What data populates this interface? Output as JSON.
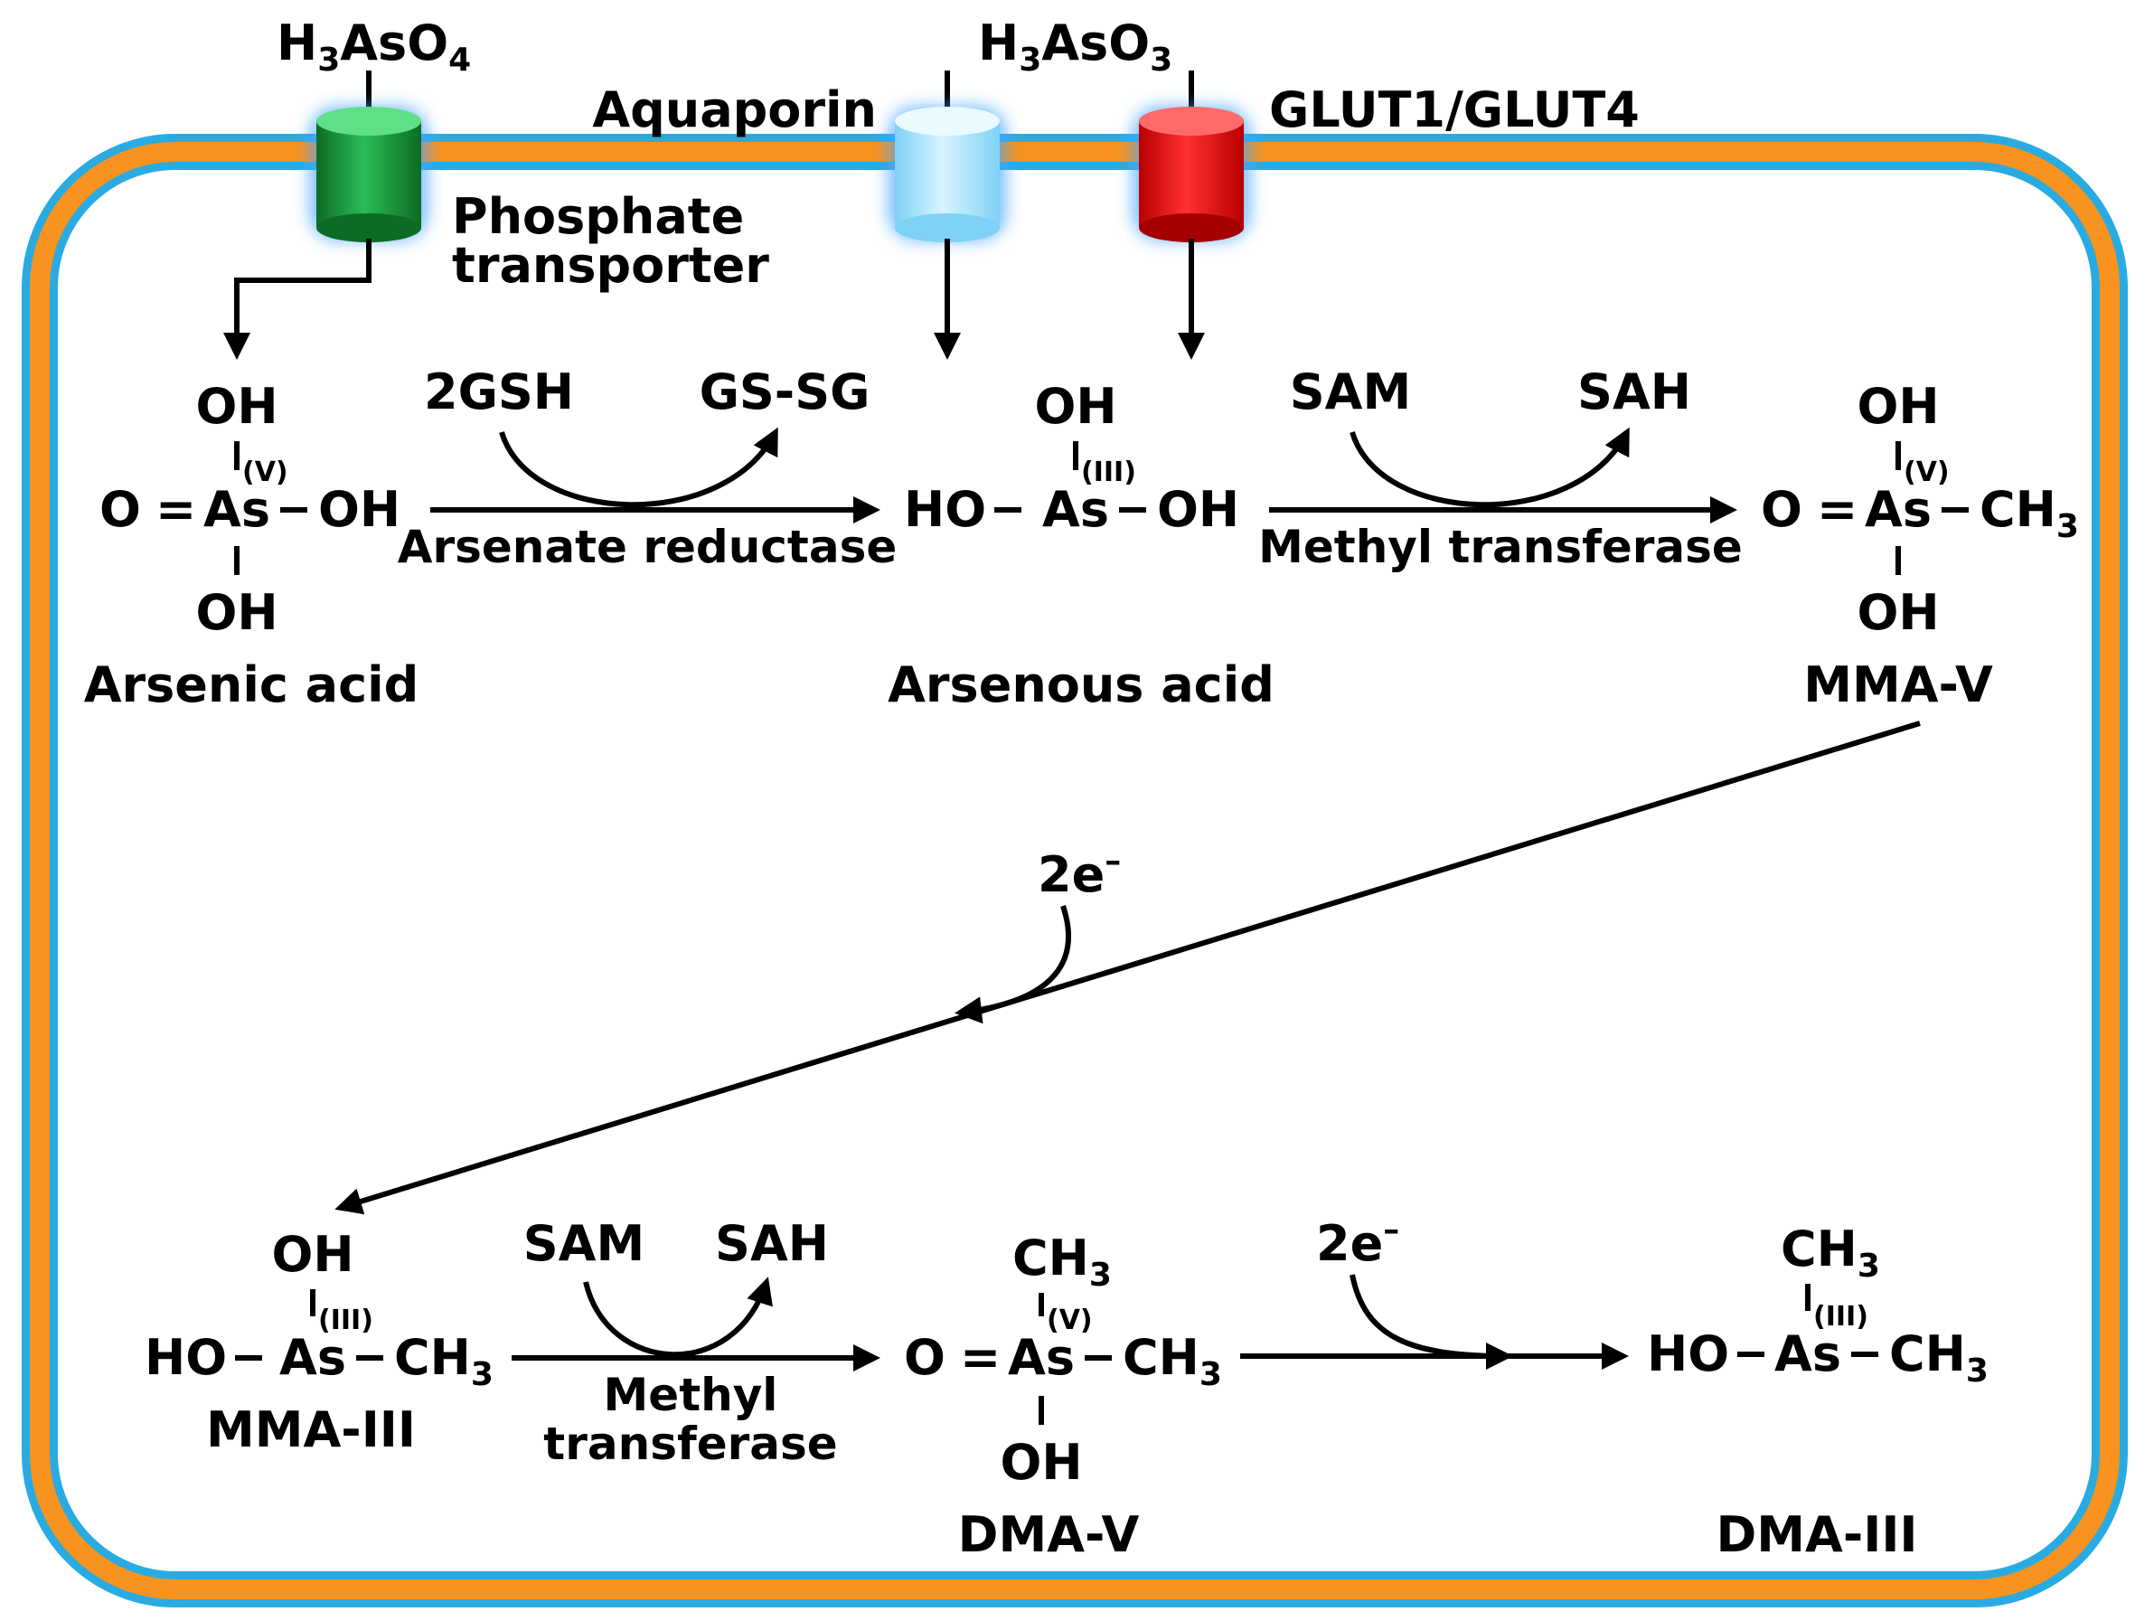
{
  "colors": {
    "membrane_outer": "#29abe2",
    "membrane_inner": "#f7931e",
    "phosphate_transporter": "#1a9b3c",
    "aquaporin": "#a9e4fb",
    "glut": "#ee1c1c",
    "glow": "#4aa6ff"
  },
  "transport": {
    "arsenate": {
      "base": "H",
      "s1": "3",
      "mid": "AsO",
      "s2": "4"
    },
    "arsenite": {
      "base": "H",
      "s1": "3",
      "mid": "AsO",
      "s2": "3"
    },
    "phosphate_transporter_line1": "Phosphate",
    "phosphate_transporter_line2": "transporter",
    "aquaporin": "Aquaporin",
    "glut": "GLUT1/GLUT4"
  },
  "atoms": {
    "oh": "OH",
    "ho": "HO",
    "o": "O",
    "as": "As",
    "ch": "CH",
    "three": "3",
    "dbl": "=",
    "single": "–",
    "ox_v": "(V)",
    "ox_iii": "(III)",
    "electrons": "2e",
    "minus": "–"
  },
  "compounds": {
    "arsenic_acid": "Arsenic acid",
    "arsenous_acid": "Arsenous acid",
    "mma_v": "MMA-V",
    "mma_iii": "MMA-III",
    "dma_v": "DMA-V",
    "dma_iii": "DMA-III"
  },
  "reactions": {
    "gsh": "2GSH",
    "gssg": "GS-SG",
    "arsenate_reductase": "Arsenate reductase",
    "sam": "SAM",
    "sah": "SAH",
    "methyl_transferase": "Methyl transferase",
    "methyl": "Methyl",
    "transferase": "transferase"
  }
}
